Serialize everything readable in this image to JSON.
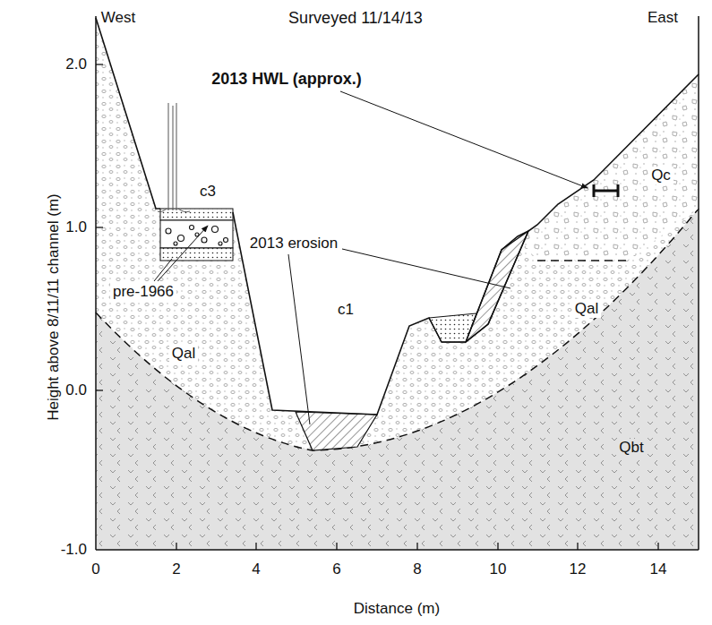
{
  "diagram": {
    "title": "Surveyed 11/14/13",
    "labels": [
      "West",
      "East",
      "2.0",
      "1.0",
      "0.0",
      "-1.0",
      "0",
      "2",
      "4",
      "6",
      "8",
      "10",
      "12",
      "14",
      "Height above 8/11/11 channel (m)",
      "Distance (m)",
      "2013 HWL (approx.)",
      "c3",
      "pre-1966",
      "Qal",
      "2013 erosion",
      "c1",
      "Qal",
      "Qc",
      "Qbt"
    ]
  }
}
